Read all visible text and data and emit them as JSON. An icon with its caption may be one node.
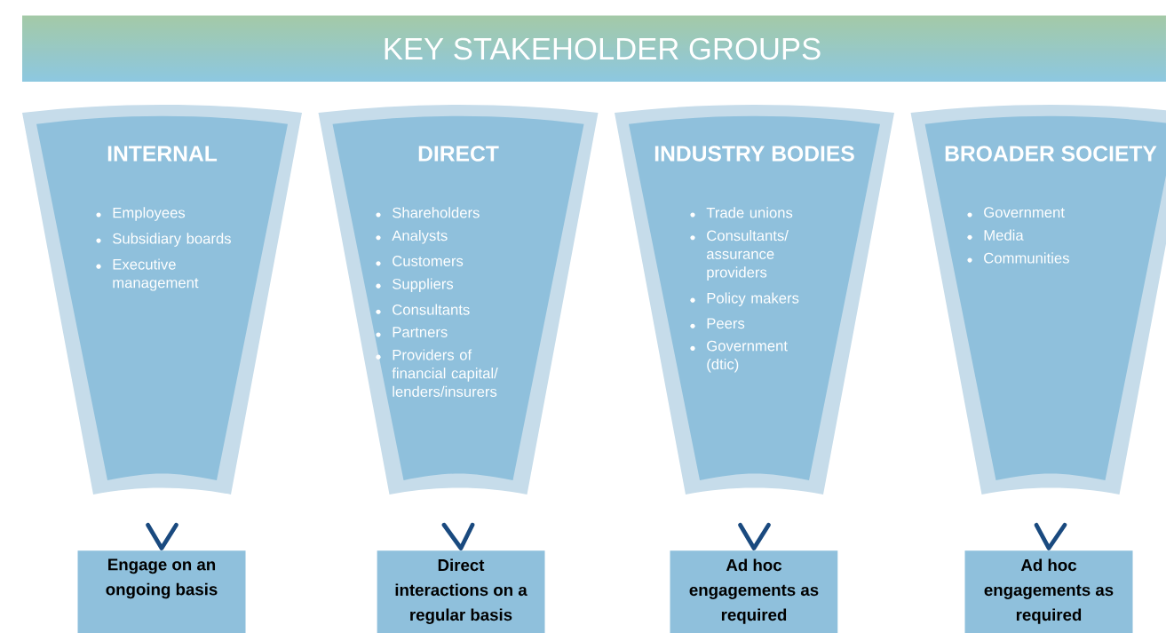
{
  "diagram": {
    "title": "KEY STAKEHOLDER GROUPS",
    "nodes": [
      {
        "text": [
          "INTERNAL",
          "Employees",
          "Subsidiary boards",
          "Executive management"
        ]
      },
      {
        "text": [
          "DIRECT",
          "Shareholders",
          "Analysts",
          "Customers",
          "Suppliers",
          "Consultants",
          "Partners",
          "Providers of financial capital/ lenders/insurers"
        ]
      },
      {
        "text": [
          "INDUSTRY BODIES",
          "Trade unions",
          "Consultants/ assurance providers",
          "Policy makers",
          "Peers",
          "Government (dtic)"
        ]
      },
      {
        "text": [
          "BROADER SOCIETY",
          "Government",
          "Media",
          "Communities"
        ]
      },
      {
        "text": [
          "Engage on an ongoing basis"
        ]
      },
      {
        "text": [
          "Direct interactions on a regular basis"
        ]
      },
      {
        "text": [
          "Ad hoc engagements as required"
        ]
      },
      {
        "text": [
          "Ad hoc engagements as required"
        ]
      }
    ],
    "edges": [
      {
        "from": 0,
        "to": 4,
        "arrow": "to"
      },
      {
        "from": 1,
        "to": 5,
        "arrow": "to"
      },
      {
        "from": 2,
        "to": 6,
        "arrow": "to"
      },
      {
        "from": 3,
        "to": 7,
        "arrow": "to"
      }
    ]
  }
}
